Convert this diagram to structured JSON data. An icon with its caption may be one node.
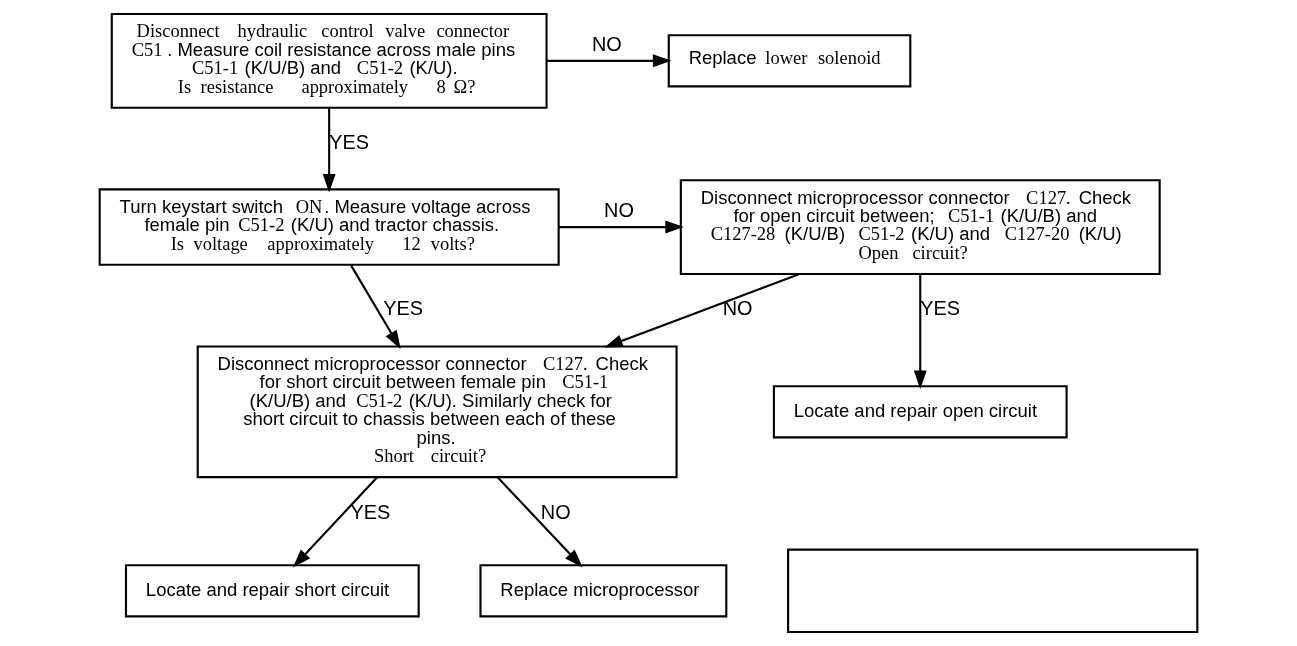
{
  "diagram": {
    "nodes": [
      {
        "text": [
          "*Disconnect hydraulic control valve connector* **C51**. Measure coil resistance across male pins **C51-1** (K/U/B) and **C51-2** (K/U).",
          "**Is resistance approximately 8 Ω?**"
        ]
      },
      {
        "text": [
          "Replace *lower solenoid*"
        ]
      },
      {
        "text": [
          "Turn keystart switch **ON**. Measure voltage across female pin **C51-2** (K/U) and tractor chassis.",
          "**Is voltage approximately 12 volts?**"
        ]
      },
      {
        "text": [
          "Disconnect microprocessor connector **C127.** Check for open circuit between; **C51-1** (K/U/B) and **C127-28** (K/U/B) **C51-2** (K/U) and **C127-20** (K/U)",
          "**Open circuit?**"
        ]
      },
      {
        "text": [
          "Disconnect microprocessor connector **C127.** Check for short circuit between female pin **C51-1** (K/U/B) and **C51-2** (K/U). Similarly check for short circuit to chassis between each of these pins.",
          "**Short circuit?**"
        ]
      },
      {
        "text": [
          "Locate and repair open circuit"
        ]
      },
      {
        "text": [
          "Locate and repair short circuit"
        ]
      },
      {
        "text": [
          "Replace microprocessor"
        ]
      },
      {
        "text": [],
        "shape": "box"
      }
    ],
    "edges": [
      {
        "from": 0,
        "to": 1,
        "arrow": "to",
        "label": "NO"
      },
      {
        "from": 0,
        "to": 2,
        "arrow": "to",
        "label": "YES"
      },
      {
        "from": 2,
        "to": 3,
        "arrow": "to",
        "label": "NO"
      },
      {
        "from": 2,
        "to": 4,
        "arrow": "to",
        "label": "YES"
      },
      {
        "from": 3,
        "to": 4,
        "arrow": "to",
        "label": "NO"
      },
      {
        "from": 3,
        "to": 5,
        "arrow": "to",
        "label": "YES"
      },
      {
        "from": 4,
        "to": 6,
        "arrow": "to",
        "label": "YES"
      },
      {
        "from": 4,
        "to": 7,
        "arrow": "to",
        "label": "NO"
      }
    ]
  }
}
